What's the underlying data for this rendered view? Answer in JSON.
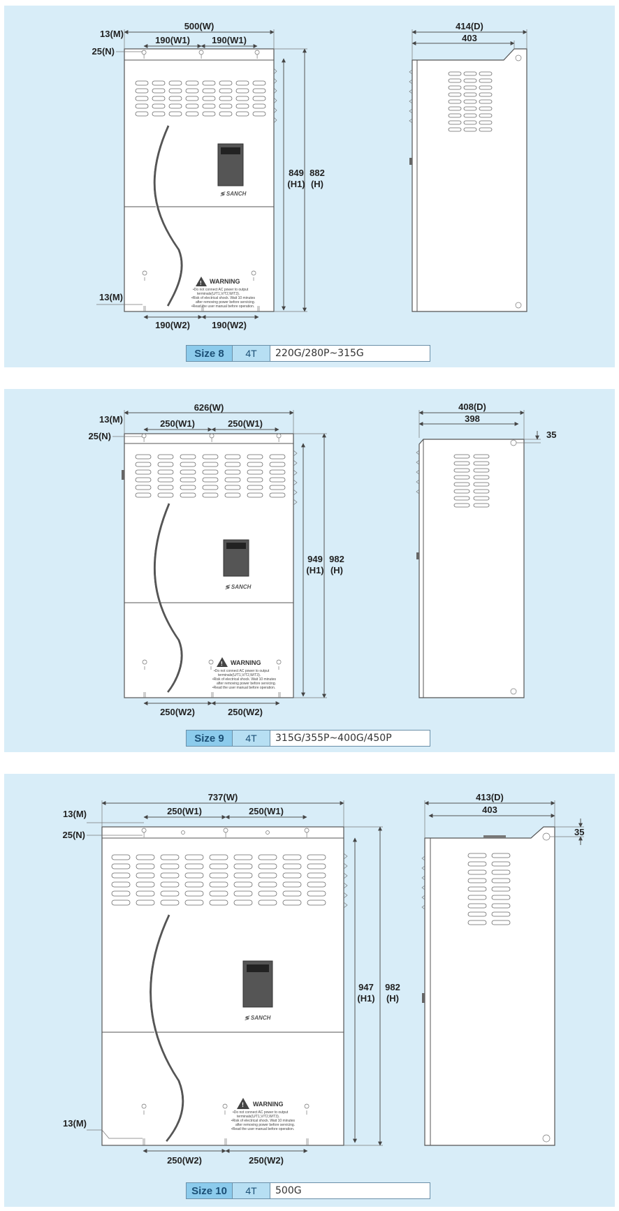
{
  "sections": [
    {
      "front": {
        "w": "500(W)",
        "w1a": "190(W1)",
        "w1b": "190(W1)",
        "w2a": "190(W2)",
        "w2b": "190(W2)",
        "m_top": "13(M)",
        "n": "25(N)",
        "m_bottom": "13(M)",
        "h1": "849",
        "h1_sym": "(H1)",
        "h": "882",
        "h_sym": "(H)"
      },
      "side": {
        "d": "414(D)",
        "d_inner": "403",
        "offset": ""
      },
      "label": {
        "size": "Size 8",
        "voltage": "4T",
        "models": "220G/280P~315G"
      }
    },
    {
      "front": {
        "w": "626(W)",
        "w1a": "250(W1)",
        "w1b": "250(W1)",
        "w2a": "250(W2)",
        "w2b": "250(W2)",
        "m_top": "13(M)",
        "n": "25(N)",
        "m_bottom": "",
        "h1": "949",
        "h1_sym": "(H1)",
        "h": "982",
        "h_sym": "(H)"
      },
      "side": {
        "d": "408(D)",
        "d_inner": "398",
        "offset": "35"
      },
      "label": {
        "size": "Size 9",
        "voltage": "4T",
        "models": "315G/355P~400G/450P"
      }
    },
    {
      "front": {
        "w": "737(W)",
        "w1a": "250(W1)",
        "w1b": "250(W1)",
        "w2a": "250(W2)",
        "w2b": "250(W2)",
        "m_top": "13(M)",
        "n": "25(N)",
        "m_bottom": "13(M)",
        "h1": "947",
        "h1_sym": "(H1)",
        "h": "982",
        "h_sym": "(H)"
      },
      "side": {
        "d": "413(D)",
        "d_inner": "403",
        "offset": "35"
      },
      "label": {
        "size": "Size 10",
        "voltage": "4T",
        "models": "500G"
      }
    }
  ],
  "warning": {
    "title": "WARNING",
    "lines": [
      "•Do not connect AC power to output",
      "terminals(U/T1,V/T2,W/T3).",
      "•Risk of electrical shock. Wait 10 minutes",
      "after removing power before servicing.",
      "•Read the user manual before operation."
    ]
  },
  "brand": "SANCH",
  "colors": {
    "panel_bg": "#d8edf8",
    "label_size_bg": "#8ccbec",
    "label_volt_bg": "#b7dff3",
    "label_text": "#1b4f75"
  }
}
